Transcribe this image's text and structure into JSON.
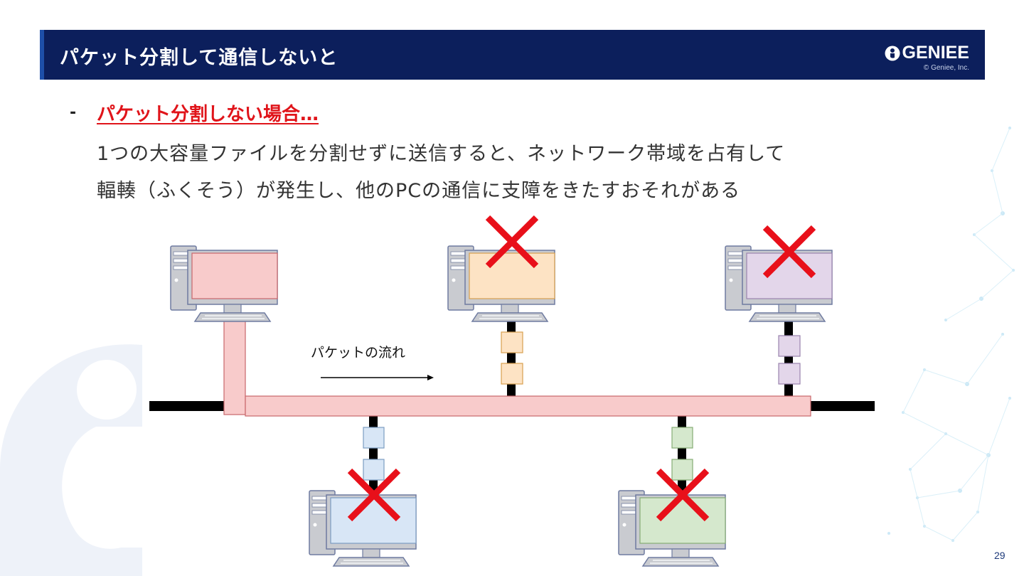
{
  "slide": {
    "title": "パケット分割して通信しないと",
    "logo_text": "GENIEE",
    "copyright": "© Geniee, Inc.",
    "bullet": {
      "marker": "-",
      "heading": "パケット分割しない場合…",
      "lines": [
        "1つの大容量ファイルを分割せずに送信すると、ネットワーク帯域を占有して",
        "輻輳（ふくそう）が発生し、他のPCの通信に支障をきたすおそれがある"
      ]
    },
    "diagram": {
      "flow_label": "パケットの流れ",
      "icons": {
        "pc": "desktop-computer-icon",
        "blocked": "red-x-mark-icon"
      },
      "colors": {
        "sender": "#f8cbcb",
        "pc_top_middle": "#fde3c4",
        "pc_top_right": "#e3d6ea",
        "pc_bottom_left": "#d8e6f6",
        "pc_bottom_right": "#d5e8cd",
        "cross": "#e8101a",
        "cable": "#000000"
      }
    },
    "page_number": "29"
  }
}
